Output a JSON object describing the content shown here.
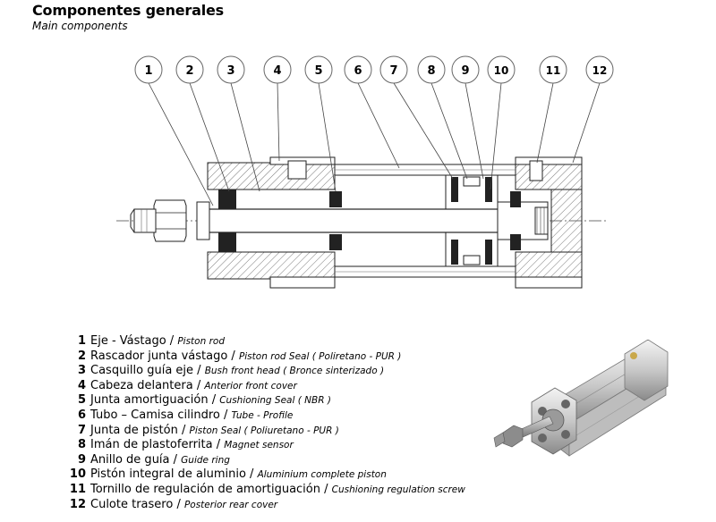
{
  "header": {
    "title": "Componentes generales",
    "subtitle": "Main components"
  },
  "callouts": [
    "1",
    "2",
    "3",
    "4",
    "5",
    "6",
    "7",
    "8",
    "9",
    "10",
    "11",
    "12"
  ],
  "legend": [
    {
      "num": "1",
      "es": "Eje - Vástago",
      "en": "Piston rod"
    },
    {
      "num": "2",
      "es": "Rascador junta vástago",
      "en": "Piston rod Seal ( Poliretano - PUR )"
    },
    {
      "num": "3",
      "es": "Casquillo guía eje",
      "en": "Bush front head ( Bronce sinterizado )"
    },
    {
      "num": "4",
      "es": "Cabeza delantera",
      "en": "Anterior front cover"
    },
    {
      "num": "5",
      "es": "Junta amortiguación",
      "en": "Cushioning Seal ( NBR )"
    },
    {
      "num": "6",
      "es": "Tubo – Camisa cilindro",
      "en": "Tube - Profile"
    },
    {
      "num": "7",
      "es": "Junta de pistón",
      "en": "Piston Seal ( Poliuretano - PUR )"
    },
    {
      "num": "8",
      "es": "Imán de plastoferrita",
      "en": "Magnet sensor"
    },
    {
      "num": "9",
      "es": "Anillo de guía",
      "en": "Guide ring"
    },
    {
      "num": "10",
      "es": "Pistón integral de aluminio",
      "en": "Aluminium complete piston"
    },
    {
      "num": "11",
      "es": "Tornillo de regulación de amortiguación",
      "en": "Cushioning regulation screw"
    },
    {
      "num": "12",
      "es": "Culote trasero ",
      "en": "Posterior rear cover"
    }
  ],
  "separator": " / "
}
